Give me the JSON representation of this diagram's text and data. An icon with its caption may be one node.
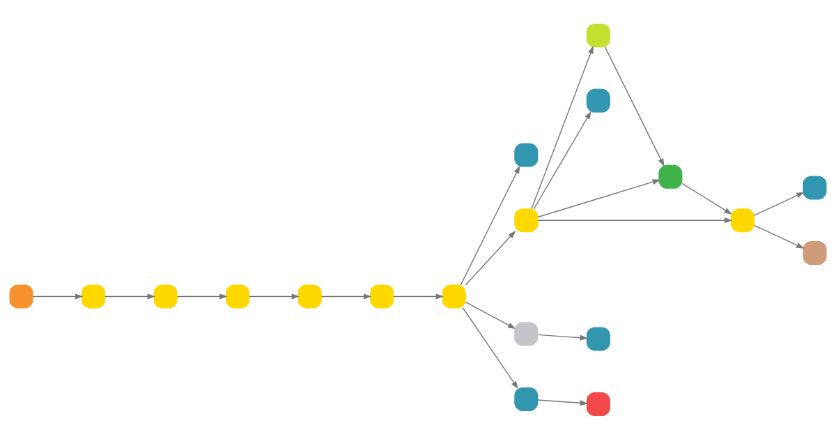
{
  "diagram": {
    "nodes": [
      {
        "text": [],
        "shape": "box"
      },
      {
        "text": [],
        "shape": "box"
      },
      {
        "text": [],
        "shape": "box"
      },
      {
        "text": [],
        "shape": "box"
      },
      {
        "text": [],
        "shape": "box"
      },
      {
        "text": [],
        "shape": "box"
      },
      {
        "text": [],
        "shape": "box"
      },
      {
        "text": [],
        "shape": "box"
      },
      {
        "text": [],
        "shape": "box"
      },
      {
        "text": [],
        "shape": "box"
      },
      {
        "text": [],
        "shape": "box"
      },
      {
        "text": [],
        "shape": "box"
      },
      {
        "text": [],
        "shape": "box"
      },
      {
        "text": [],
        "shape": "box"
      },
      {
        "text": [],
        "shape": "box"
      },
      {
        "text": [],
        "shape": "box"
      },
      {
        "text": [],
        "shape": "box"
      },
      {
        "text": [],
        "shape": "box"
      },
      {
        "text": [],
        "shape": "box"
      }
    ],
    "edges": [
      {
        "from": 0,
        "to": 1,
        "arrow": "to"
      },
      {
        "from": 1,
        "to": 2,
        "arrow": "to"
      },
      {
        "from": 2,
        "to": 3,
        "arrow": "to"
      },
      {
        "from": 3,
        "to": 4,
        "arrow": "to"
      },
      {
        "from": 4,
        "to": 5,
        "arrow": "to"
      },
      {
        "from": 5,
        "to": 6,
        "arrow": "to"
      },
      {
        "from": 6,
        "to": 7,
        "arrow": "to"
      },
      {
        "from": 6,
        "to": 8,
        "arrow": "to"
      },
      {
        "from": 6,
        "to": 15,
        "arrow": "to"
      },
      {
        "from": 6,
        "to": 17,
        "arrow": "to"
      },
      {
        "from": 8,
        "to": 9,
        "arrow": "to"
      },
      {
        "from": 8,
        "to": 10,
        "arrow": "to"
      },
      {
        "from": 8,
        "to": 11,
        "arrow": "to"
      },
      {
        "from": 8,
        "to": 12,
        "arrow": "to"
      },
      {
        "from": 9,
        "to": 11,
        "arrow": "to"
      },
      {
        "from": 11,
        "to": 12,
        "arrow": "to"
      },
      {
        "from": 12,
        "to": 13,
        "arrow": "to"
      },
      {
        "from": 12,
        "to": 14,
        "arrow": "to"
      },
      {
        "from": 15,
        "to": 16,
        "arrow": "to"
      },
      {
        "from": 17,
        "to": 18,
        "arrow": "to"
      }
    ]
  }
}
